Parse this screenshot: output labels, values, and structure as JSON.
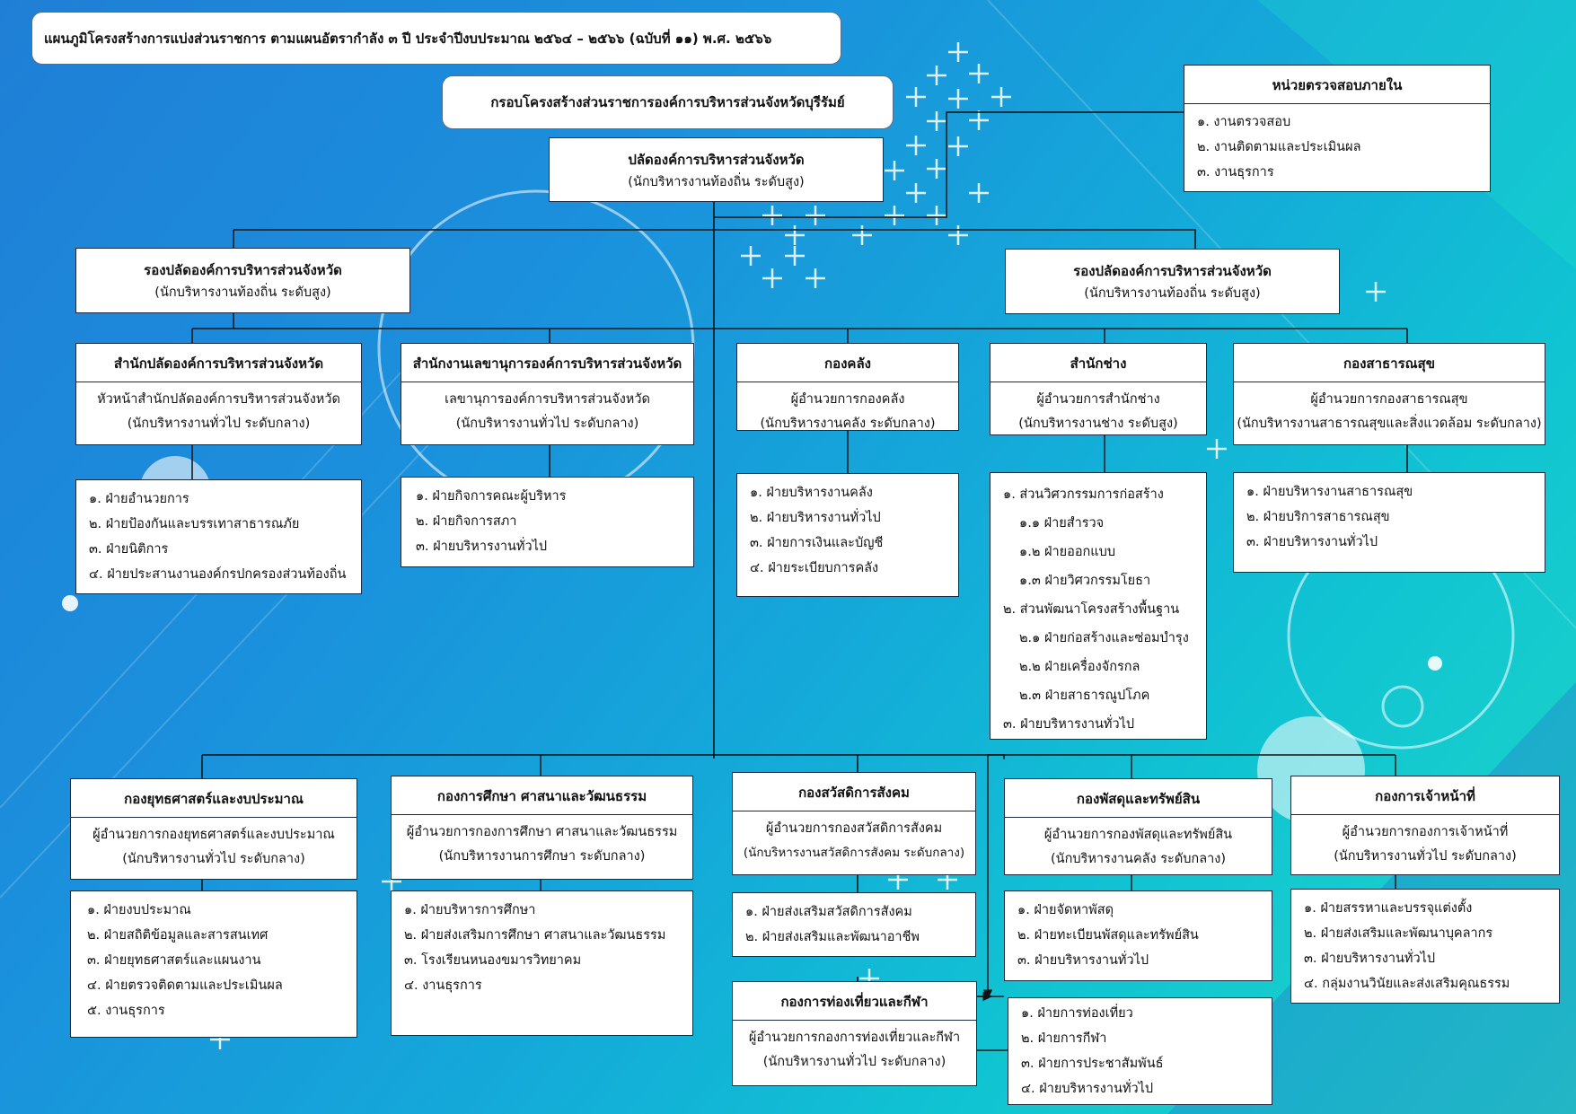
{
  "page": {
    "header": "แผนภูมิโครงสร้างการแบ่งส่วนราชการ ตามแผนอัตรากำลัง ๓ ปี ประจำปีงบประมาณ ๒๕๖๔ – ๒๕๖๖ (ฉบับที่ ๑๑) พ.ศ. ๒๕๖๖",
    "subheader": "กรอบโครงสร้างส่วนราชการองค์การบริหารส่วนจังหวัดบุรีรัมย์"
  },
  "colors": {
    "background_start": "#1f7fd6",
    "background_end": "#20d8c5",
    "line": "#111111",
    "box_border": "#1d2a44"
  },
  "top": {
    "chief": {
      "title": "ปลัดองค์การบริหารส่วนจังหวัด",
      "level": "(นักบริหารงานท้องถิ่น ระดับสูง)"
    },
    "deputy_left": {
      "title": "รองปลัดองค์การบริหารส่วนจังหวัด",
      "level": "(นักบริหารงานท้องถิ่น ระดับสูง)"
    },
    "deputy_right": {
      "title": "รองปลัดองค์การบริหารส่วนจังหวัด",
      "level": "(นักบริหารงานท้องถิ่น ระดับสูง)"
    }
  },
  "audit": {
    "title": "หน่วยตรวจสอบภายใน",
    "items": [
      "๑. งานตรวจสอบ",
      "๒. งานติดตามและประเมินผล",
      "๓. งานธุรการ"
    ]
  },
  "row1": [
    {
      "title": "สำนักปลัดองค์การบริหารส่วนจังหวัด",
      "head": "หัวหน้าสำนักปลัดองค์การบริหารส่วนจังหวัด",
      "level": "(นักบริหารงานทั่วไป  ระดับกลาง)",
      "items": [
        "๑. ฝ่ายอำนวยการ",
        "๒. ฝ่ายป้องกันและบรรเทาสาธารณภัย",
        "๓. ฝ่ายนิติการ",
        "๔. ฝ่ายประสานงานองค์กรปกครองส่วนท้องถิ่น"
      ]
    },
    {
      "title": "สำนักงานเลขานุการองค์การบริหารส่วนจังหวัด",
      "head": "เลขานุการองค์การบริหารส่วนจังหวัด",
      "level": "(นักบริหารงานทั่วไป  ระดับกลาง)",
      "items": [
        "๑. ฝ่ายกิจการคณะผู้บริหาร",
        "๒. ฝ่ายกิจการสภา",
        "๓. ฝ่ายบริหารงานทั่วไป"
      ]
    },
    {
      "title": "กองคลัง",
      "head": "ผู้อำนวยการกองคลัง",
      "level": "(นักบริหารงานคลัง  ระดับกลาง)",
      "items": [
        "๑. ฝ่ายบริหารงานคลัง",
        "๒. ฝ่ายบริหารงานทั่วไป",
        "๓. ฝ่ายการเงินและบัญชี",
        "๔. ฝ่ายระเบียบการคลัง"
      ]
    },
    {
      "title": "สำนักช่าง",
      "head": "ผู้อำนวยการสำนักช่าง",
      "level": "(นักบริหารงานช่าง  ระดับสูง)",
      "items": [
        "๑. ส่วนวิศวกรรมการก่อสร้าง",
        "    ๑.๑ ฝ่ายสำรวจ",
        "    ๑.๒ ฝ่ายออกแบบ",
        "    ๑.๓ ฝ่ายวิศวกรรมโยธา",
        "๒. ส่วนพัฒนาโครงสร้างพื้นฐาน",
        "    ๒.๑ ฝ่ายก่อสร้างและซ่อมบำรุง",
        "    ๒.๒ ฝ่ายเครื่องจักรกล",
        "    ๒.๓ ฝ่ายสาธารณูปโภค",
        "๓. ฝ่ายบริหารงานทั่วไป"
      ]
    },
    {
      "title": "กองสาธารณสุข",
      "head": "ผู้อำนวยการกองสาธารณสุข",
      "level": "(นักบริหารงานสาธารณสุขและสิ่งแวดล้อม ระดับกลาง)",
      "items": [
        "๑. ฝ่ายบริหารงานสาธารณสุข",
        "๒. ฝ่ายบริการสาธารณสุข",
        "๓. ฝ่ายบริหารงานทั่วไป"
      ]
    }
  ],
  "row2": [
    {
      "title": "กองยุทธศาสตร์และงบประมาณ",
      "head": "ผู้อำนวยการกองยุทธศาสตร์และงบประมาณ",
      "level": "(นักบริหารงานทั่วไป  ระดับกลาง)",
      "items": [
        "๑. ฝ่ายงบประมาณ",
        "๒. ฝ่ายสถิติข้อมูลและสารสนเทศ",
        "๓. ฝ่ายยุทธศาสตร์และแผนงาน",
        "๔. ฝ่ายตรวจติดตามและประเมินผล",
        "๕. งานธุรการ"
      ]
    },
    {
      "title": "กองการศึกษา ศาสนาและวัฒนธรรม",
      "head": "ผู้อำนวยการกองการศึกษา ศาสนาและวัฒนธรรม",
      "level": "(นักบริหารงานการศึกษา  ระดับกลาง)",
      "items": [
        "๑. ฝ่ายบริหารการศึกษา",
        "๒. ฝ่ายส่งเสริมการศึกษา ศาสนาและวัฒนธรรม",
        "๓. โรงเรียนหนองขมารวิทยาคม",
        "๔. งานธุรการ"
      ]
    },
    {
      "title": "กองสวัสดิการสังคม",
      "head": "ผู้อำนวยการกองสวัสดิการสังคม",
      "level": "(นักบริหารงานสวัสดิการสังคม ระดับกลาง)",
      "items": [
        "๑. ฝ่ายส่งเสริมสวัสดิการสังคม",
        "๒. ฝ่ายส่งเสริมและพัฒนาอาชีพ"
      ]
    },
    {
      "title": "กองพัสดุและทรัพย์สิน",
      "head": "ผู้อำนวยการกองพัสดุและทรัพย์สิน",
      "level": "(นักบริหารงานคลัง  ระดับกลาง)",
      "items": [
        "๑. ฝ่ายจัดหาพัสดุ",
        "๒. ฝ่ายทะเบียนพัสดุและทรัพย์สิน",
        "๓. ฝ่ายบริหารงานทั่วไป"
      ]
    },
    {
      "title": "กองการเจ้าหน้าที่",
      "head": "ผู้อำนวยการกองการเจ้าหน้าที่",
      "level": "(นักบริหารงานทั่วไป  ระดับกลาง)",
      "items": [
        "๑. ฝ่ายสรรหาและบรรจุแต่งตั้ง",
        "๒. ฝ่ายส่งเสริมและพัฒนาบุคลากร",
        "๓. ฝ่ายบริหารงานทั่วไป",
        "๔. กลุ่มงานวินัยและส่งเสริมคุณธรรม"
      ]
    }
  ],
  "tourism": {
    "title": "กองการท่องเที่ยวและกีฬา",
    "head": "ผู้อำนวยการกองการท่องเที่ยวและกีฬา",
    "level": "(นักบริหารงานทั่วไป  ระดับกลาง)",
    "items": [
      "๑. ฝ่ายการท่องเที่ยว",
      "๒. ฝ่ายการกีฬา",
      "๓. ฝ่ายการประชาสัมพันธ์",
      "๔. ฝ่ายบริหารงานทั่วไป"
    ]
  }
}
